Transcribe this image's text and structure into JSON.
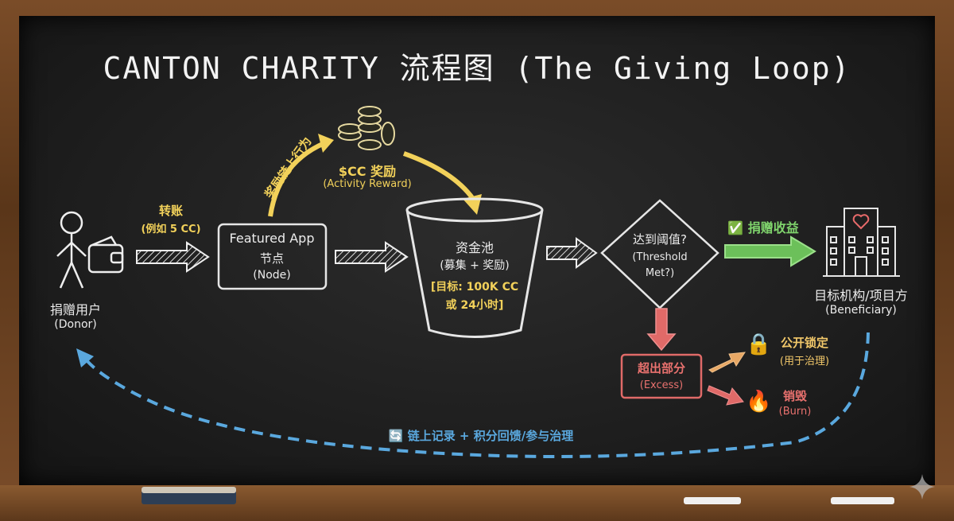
{
  "title": "CANTON CHARITY 流程图 (The Giving Loop)",
  "donor": {
    "label": "捐赠用户",
    "sub": "(Donor)"
  },
  "transfer": {
    "label": "转账",
    "sub": "(例如 5 CC)"
  },
  "node": {
    "line1": "Featured App",
    "line2": "节点",
    "line3": "(Node)"
  },
  "reward_arrow_label": "奖励链上行为",
  "reward": {
    "label": "$CC 奖励",
    "sub": "(Activity Reward)"
  },
  "pool": {
    "label": "资金池",
    "sub": "(募集 + 奖励)",
    "target1": "[目标: 100K CC",
    "target2": "或 24小时]"
  },
  "threshold": {
    "label": "达到阈值?",
    "sub1": "(Threshold",
    "sub2": "Met?)"
  },
  "proceeds": {
    "icon": "✅",
    "label": "捐赠收益"
  },
  "beneficiary": {
    "label": "目标机构/项目方",
    "sub": "(Beneficiary)"
  },
  "excess": {
    "label": "超出部分",
    "sub": "(Excess)"
  },
  "lock": {
    "icon": "🔒",
    "label": "公开锁定",
    "sub": "(用于治理)"
  },
  "burn": {
    "icon": "🔥",
    "label": "销毁",
    "sub": "(Burn)"
  },
  "loop": {
    "icon": "🔄",
    "label": "链上记录 + 积分回馈/参与治理"
  },
  "colors": {
    "chalk": "#ececec",
    "yellow": "#f2d15a",
    "green": "#7fd36c",
    "red": "#e8716e",
    "blue": "#5aa8de",
    "board": "#1e1e1e"
  }
}
